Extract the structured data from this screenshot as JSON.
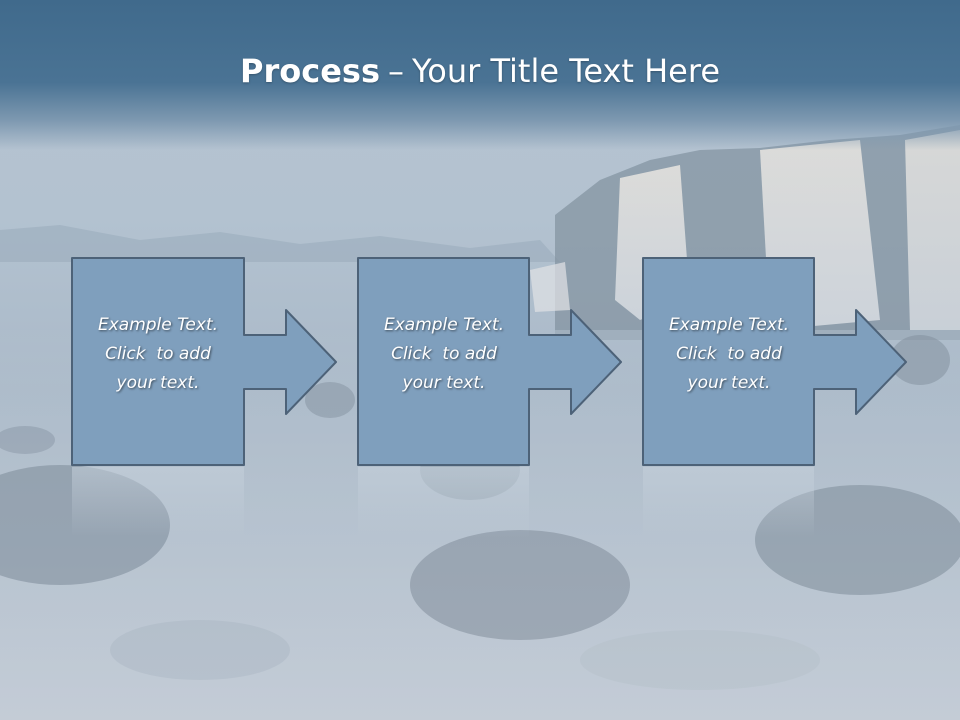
{
  "slide": {
    "title_bold": "Process",
    "title_dash": "–",
    "title_rest": "Your Title Text Here"
  },
  "steps": [
    {
      "line1": "Example Text.",
      "line2": "Click  to add",
      "line3": "your text."
    },
    {
      "line1": "Example Text.",
      "line2": "Click  to add",
      "line3": "your text."
    },
    {
      "line1": "Example Text.",
      "line2": "Click  to add",
      "line3": "your text."
    }
  ],
  "colors": {
    "title_band": "#436c8e",
    "box_fill": "#7f9fbd",
    "box_stroke": "#4d6278",
    "text": "#ffffff"
  },
  "icons": [
    "right-arrow-icon"
  ]
}
